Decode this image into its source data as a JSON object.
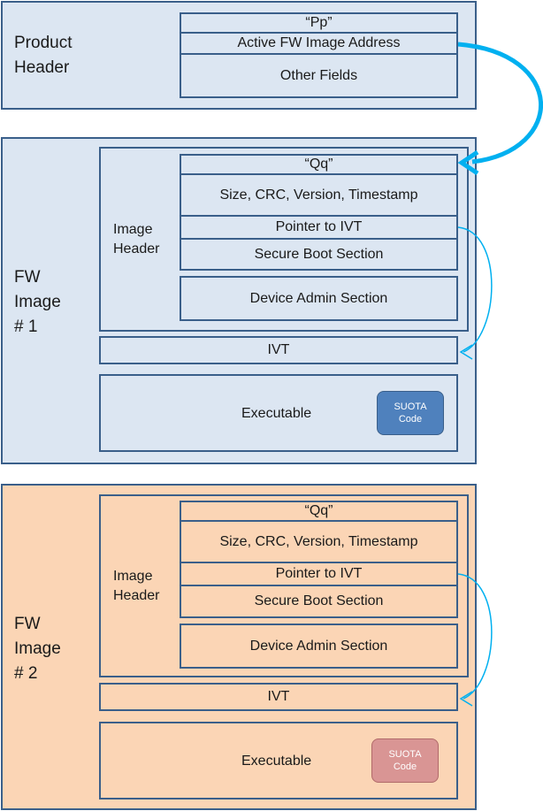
{
  "product_header": {
    "label_line1": "Product",
    "label_line2": "Header",
    "fields": [
      "“Pp”",
      "Active FW Image Address",
      "Other Fields"
    ]
  },
  "fw_image_1": {
    "label_line1": "FW",
    "label_line2": "Image",
    "label_line3": "# 1",
    "image_header_line1": "Image",
    "image_header_line2": "Header",
    "fields": [
      "“Qq”",
      "Size, CRC, Version, Timestamp",
      "Pointer to IVT",
      "Secure Boot Section",
      "Device Admin Section"
    ],
    "ivt": "IVT",
    "executable": "Executable",
    "suota_line1": "SUOTA",
    "suota_line2": "Code"
  },
  "fw_image_2": {
    "label_line1": "FW",
    "label_line2": "Image",
    "label_line3": "# 2",
    "image_header_line1": "Image",
    "image_header_line2": "Header",
    "fields": [
      "“Qq”",
      "Size, CRC, Version, Timestamp",
      "Pointer to IVT",
      "Secure Boot Section",
      "Device Admin Section"
    ],
    "ivt": "IVT",
    "executable": "Executable",
    "suota_line1": "SUOTA",
    "suota_line2": "Code"
  },
  "colors": {
    "blue_section": "#dce6f2",
    "orange_section": "#fbd5b5",
    "border": "#3a5f8a",
    "arrow": "#00b0f0",
    "suota_blue": "#4f81bd",
    "suota_red": "#d99594"
  }
}
